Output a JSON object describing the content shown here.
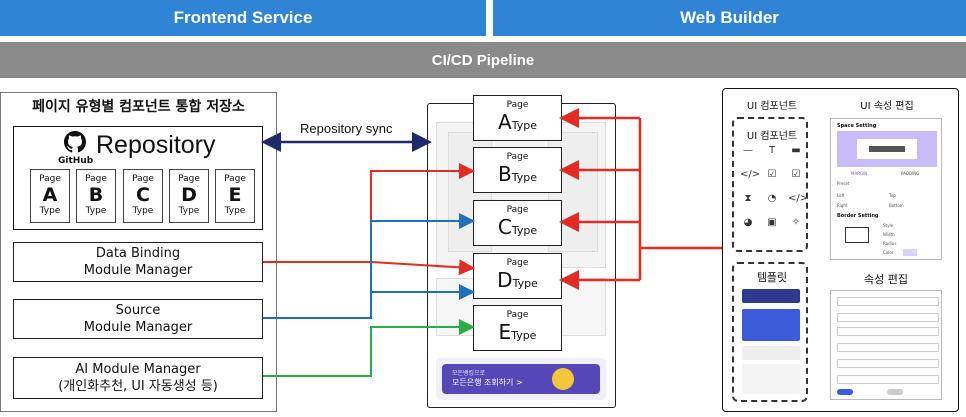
{
  "top_bars": {
    "frontend": "Frontend Service",
    "webbuilder": "Web Builder"
  },
  "pipeline": "CI/CD Pipeline",
  "storage": {
    "title": "페이지 유형별 컴포넌트 통합 저장소",
    "repo_brand": "GitHub",
    "repo_label": "Repository",
    "pages": [
      {
        "top": "Page",
        "letter": "A",
        "bottom": "Type"
      },
      {
        "top": "Page",
        "letter": "B",
        "bottom": "Type"
      },
      {
        "top": "Page",
        "letter": "C",
        "bottom": "Type"
      },
      {
        "top": "Page",
        "letter": "D",
        "bottom": "Type"
      },
      {
        "top": "Page",
        "letter": "E",
        "bottom": "Type"
      }
    ]
  },
  "modules": {
    "data_binding": [
      "Data Binding",
      "Module Manager"
    ],
    "source": [
      "Source",
      "Module Manager"
    ],
    "ai": [
      "AI Module Manager",
      "(개인화추천, UI 자동생성 등)"
    ]
  },
  "sync_label": "Repository sync",
  "page_types": [
    {
      "top": "Page",
      "letter": "A",
      "suffix": "Type"
    },
    {
      "top": "Page",
      "letter": "B",
      "suffix": "Type"
    },
    {
      "top": "Page",
      "letter": "C",
      "suffix": "Type"
    },
    {
      "top": "Page",
      "letter": "D",
      "suffix": "Type"
    },
    {
      "top": "Page",
      "letter": "E",
      "suffix": "Type"
    }
  ],
  "banner": {
    "line1": "모든뱅킹으로",
    "line2": "모든은행 조회하기 >"
  },
  "builder": {
    "ui_components_title": "UI 컴포넌트",
    "ui_properties_title": "UI 속성 편집",
    "component_panel_title": "UI 컴포넌트",
    "template_title": "템플릿",
    "property_edit_title": "속성 편집",
    "space_setting": "Space Setting",
    "margin": "MARGIN",
    "padding": "PADDING",
    "preset": "Preset",
    "left": "Left",
    "top": "Top",
    "right": "Right",
    "bottom": "Bottom",
    "border_setting": "Border Setting",
    "style": "Style",
    "width": "Width",
    "radius": "Radius",
    "color": "Color"
  },
  "colors": {
    "red": "#e32b24",
    "blue": "#1f6fc0",
    "green": "#27ae48",
    "navy": "#1f2a6b"
  }
}
